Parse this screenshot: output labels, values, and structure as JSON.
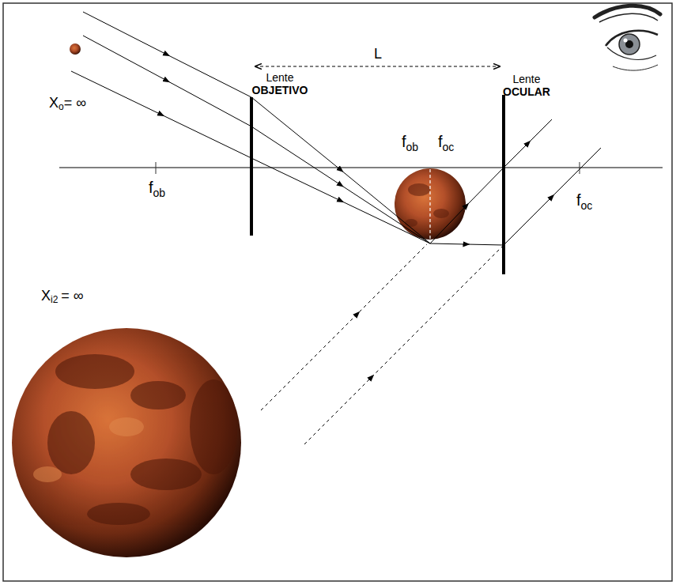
{
  "diagram": {
    "labels": [
      "Lente",
      "OBJETIVO",
      "Lente",
      "OCULAR",
      "L",
      "X",
      "o",
      "= ∞",
      "f",
      "ob",
      "f",
      "ob",
      "f",
      "oc",
      "f",
      "oc",
      "X",
      "i2",
      "= ∞"
    ]
  }
}
